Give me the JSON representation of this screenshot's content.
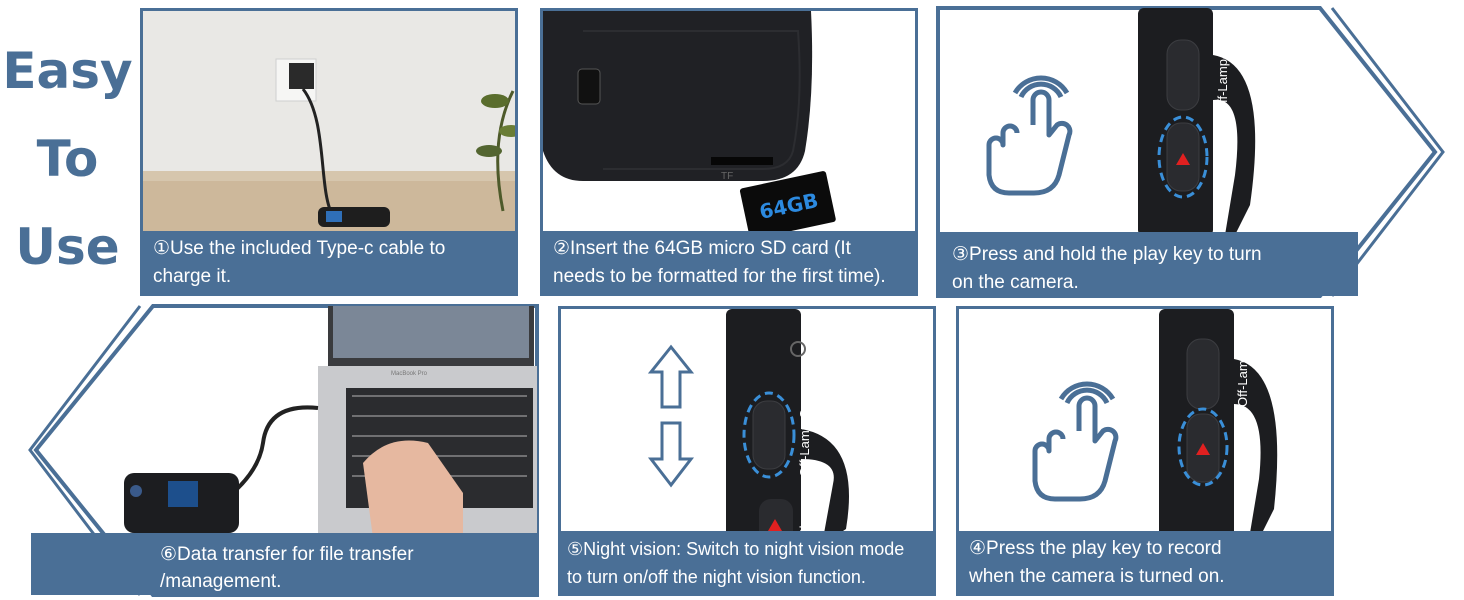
{
  "heading": {
    "line1": "Easy",
    "line2": "To",
    "line3": "Use"
  },
  "colors": {
    "accent": "#4a6f96",
    "device": "#1c1d20",
    "record_red": "#e12020",
    "dash_blue": "#3a8fd8"
  },
  "steps": [
    {
      "id": 1,
      "caption_line1": "①Use the included Type-c cable to",
      "caption_line2": "charge it."
    },
    {
      "id": 2,
      "caption_line1": "②Insert the 64GB micro SD card (It",
      "caption_line2": "needs to be formatted for the first time).",
      "card_label": "64GB",
      "slot_label": "TF"
    },
    {
      "id": 3,
      "caption_line1": "③Press and hold the play key to turn",
      "caption_line2": "on the camera.",
      "switch_label": "Off-Lamp-On",
      "key_label": "Play"
    },
    {
      "id": 4,
      "caption_line1": "④Press the play key to record",
      "caption_line2": "when the camera is turned on.",
      "switch_label": "Off-Lamp-On",
      "key_label": "Play"
    },
    {
      "id": 5,
      "caption_line1": "⑤Night vision: Switch to night vision mode",
      "caption_line2": "to turn on/off the night vision function.",
      "switch_label": "Off-Lamp-On",
      "key_label": "Play"
    },
    {
      "id": 6,
      "caption_line1": "⑥Data transfer for file transfer",
      "caption_line2": "/management.",
      "laptop_label": "MacBook Pro"
    }
  ]
}
